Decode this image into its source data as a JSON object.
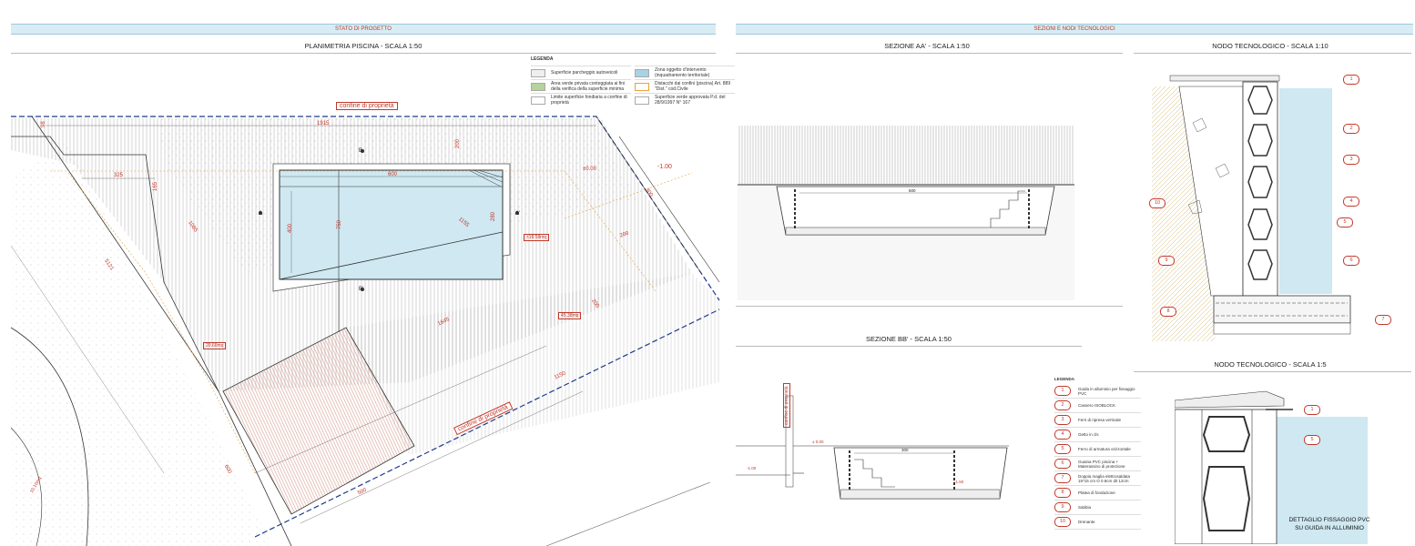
{
  "left": {
    "band": "STATO DI PROGETTO",
    "title": "PLANIMETRIA PISCINA - SCALA 1:50",
    "legend": {
      "heading": "LEGENDA",
      "items": [
        "Superficie parcheggio autoveicoli",
        "Zona oggetto d'intervento (inquadramento territoriale)",
        "Area verde privata conteggiata ai fini della verifica della superficie minima",
        "Distacchi dai confini (piscina) Art. 889 \"Dist.\" cod.Civile",
        "Limite superficie fondiaria a confine di proprietà",
        "Superficie verde approvata P.d. del 28/9/1997 N° 167"
      ]
    },
    "confine_top": "confine di proprietà",
    "confine_bottom": "confine di proprietà",
    "dims": [
      "1915",
      "200",
      "325",
      "165",
      "600",
      "400",
      "750",
      "1085",
      "1155",
      "280",
      "200",
      "200",
      "1645",
      "500",
      "600",
      "1150",
      "5121",
      "300",
      "98"
    ],
    "levels": [
      "±0.00",
      "-1.00"
    ],
    "areas": [
      "±18.58mq",
      "45.38mq",
      "29.60mq",
      "10.10mq"
    ],
    "section_marks": [
      "A",
      "A'",
      "B",
      "B'"
    ]
  },
  "right": {
    "band": "SEZIONI E NODI TECNOLOGICI",
    "section_aa": {
      "title": "SEZIONE AA' - SCALA 1:50",
      "dim": "600"
    },
    "section_bb": {
      "title": "SEZIONE BB' - SCALA 1:50",
      "dim": "300",
      "confine": "confine di proprietà",
      "levels": [
        "± 0.00",
        "-1.00",
        "-1.50"
      ]
    },
    "node_10": {
      "title": "NODO TECNOLOGICO - SCALA 1:10",
      "labels": [
        "1",
        "2",
        "3",
        "4",
        "5",
        "6",
        "7",
        "8",
        "9",
        "10"
      ]
    },
    "node_5": {
      "title": "NODO TECNOLOGICO - SCALA 1:5",
      "labels": [
        "1",
        "5"
      ],
      "caption_1": "DETTAGLIO FISSAGGIO  PVC",
      "caption_2": "SU GUIDA IN ALLUMINIO"
    },
    "legend": {
      "heading": "LEGENDA",
      "items": [
        {
          "n": "1",
          "t": "Guida in alluminio per fissaggio PVC"
        },
        {
          "n": "2",
          "t": "Cassero ISOBLOCK"
        },
        {
          "n": "3",
          "t": "Ferri di ripresa verticale"
        },
        {
          "n": "4",
          "t": "Getto in cls"
        },
        {
          "n": "5",
          "t": "Ferro di armatura orizzontale"
        },
        {
          "n": "6",
          "t": "Guaina PVC piscina + Materassino di protezione"
        },
        {
          "n": "7",
          "t": "Doppia maglia elettrosaldata 15*15 cm O 0.6cm dit 12cm"
        },
        {
          "n": "8",
          "t": "Platea di fondazione"
        },
        {
          "n": "9",
          "t": "Sabbia"
        },
        {
          "n": "10",
          "t": "Drenante"
        }
      ]
    }
  },
  "colors": {
    "accent": "#c0392b",
    "band": "#d9ecf3",
    "water": "#cfe8f2"
  }
}
